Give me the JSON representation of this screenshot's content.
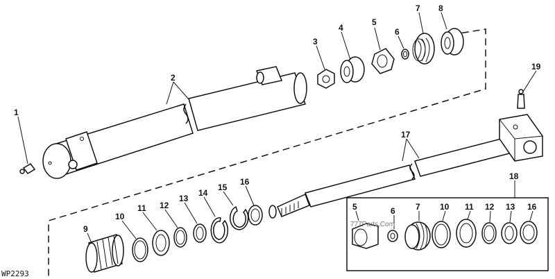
{
  "figure_code": "WP2293",
  "watermark": "777Parts.Com",
  "callouts": {
    "c1": "1",
    "c2": "2",
    "c3": "3",
    "c4": "4",
    "c5": "5",
    "c6": "6",
    "c7": "7",
    "c8": "8",
    "c9": "9",
    "c10": "10",
    "c11": "11",
    "c12": "12",
    "c13": "13",
    "c14": "14",
    "c15": "15",
    "c16": "16",
    "c17": "17",
    "c18": "18",
    "c19": "19"
  },
  "kit_callouts": [
    "5",
    "6",
    "7",
    "10",
    "11",
    "12",
    "13",
    "16"
  ]
}
